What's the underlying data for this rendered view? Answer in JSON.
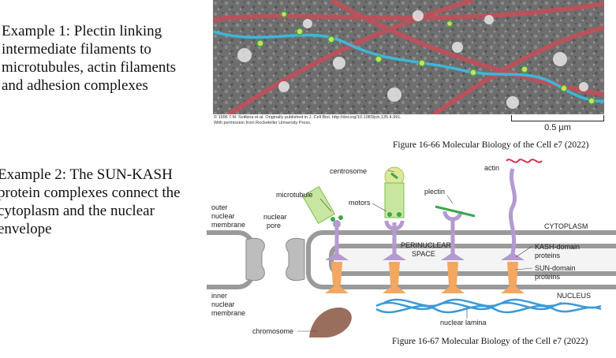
{
  "example1": {
    "lines": [
      "Example 1: Plectin linking",
      "intermediate filaments to",
      "microtubules, actin filaments",
      "and adhesion complexes"
    ]
  },
  "example2": {
    "lines": [
      "Example 2: The SUN-KASH",
      "protein complexes connect the",
      "cytoplasm and the nuclear",
      "envelope"
    ]
  },
  "figure1": {
    "credit_line1": "© 1996 T.M. Svitkina et al. Originally published in J. Cell Biol. http://doi.org/10.1083/jcb.135.4.991.",
    "credit_line2": "With permission from Rockefeller University Press.",
    "scale_label": "0.5 µm",
    "caption": "Figure 16-66 Molecular Biology of the Cell e7 (2022)"
  },
  "figure2": {
    "caption": "Figure 16-67 Molecular Biology of the Cell e7 (2022)",
    "labels": {
      "centrosome": "centrosome",
      "actin": "actin",
      "microtubule": "microtubule",
      "motors": "motors",
      "plectin": "plectin",
      "outer1": "outer",
      "outer2": "nuclear",
      "outer3": "membrane",
      "pore1": "nuclear",
      "pore2": "pore",
      "cytoplasm": "CYTOPLASM",
      "perinuclear1": "PERINUCLEAR",
      "perinuclear2": "SPACE",
      "kash1": "KASH-domain",
      "kash2": "proteins",
      "sun1": "SUN-domain",
      "sun2": "proteins",
      "nucleus": "NUCLEUS",
      "inner1": "inner",
      "inner2": "nuclear",
      "inner3": "membrane",
      "lamina": "nuclear lamina",
      "chromosome": "chromosome"
    }
  },
  "colors": {
    "actin_red": "#c0505a",
    "if_cyan": "#3fb6d8",
    "plectin_green": "#3aa84a",
    "membrane_gray": "#9a9a9a",
    "kash_purple": "#b49ad0",
    "sun_orange": "#f2a860",
    "lamina_blue": "#3b9ad8",
    "chromosome_brown": "#9a6e5c"
  }
}
